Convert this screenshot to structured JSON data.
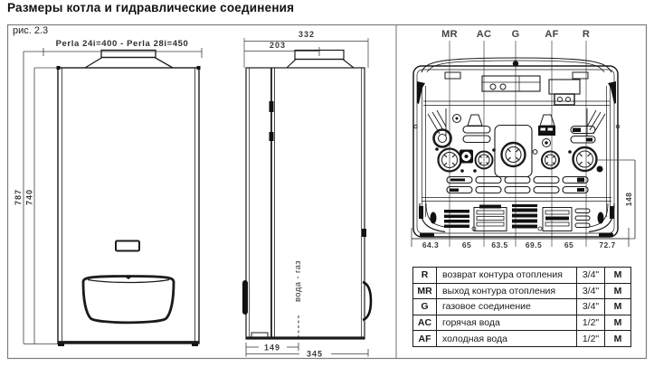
{
  "title": "Размеры котла и гидравлические соединения",
  "figure_label": "рис. 2.3",
  "front_view": {
    "model_dim": "Perla 24i=400 - Perla 28i=450",
    "height_total": "787",
    "height_body": "740"
  },
  "side_view": {
    "depth_total": "332",
    "flue_offset": "203",
    "connection_offset": "149",
    "depth_with_connections": "345",
    "axis_label": "вода - газ"
  },
  "bottom_view": {
    "connection_labels": [
      "MR",
      "AC",
      "G",
      "AF",
      "R"
    ],
    "spacing_dims": [
      "64.3",
      "65",
      "63.5",
      "69.5",
      "65",
      "72.7"
    ],
    "height_dim": "148"
  },
  "connections_table": {
    "rows": [
      {
        "code": "R",
        "description": "возврат контура отопления",
        "size": "3/4\"",
        "thread": "M"
      },
      {
        "code": "MR",
        "description": "выход контура отопления",
        "size": "3/4\"",
        "thread": "M"
      },
      {
        "code": "G",
        "description": "газовое соединение",
        "size": "3/4\"",
        "thread": "M"
      },
      {
        "code": "AC",
        "description": "горячая вода",
        "size": "1/2\"",
        "thread": "M"
      },
      {
        "code": "AF",
        "description": "холодная вода",
        "size": "1/2\"",
        "thread": "M"
      }
    ]
  }
}
